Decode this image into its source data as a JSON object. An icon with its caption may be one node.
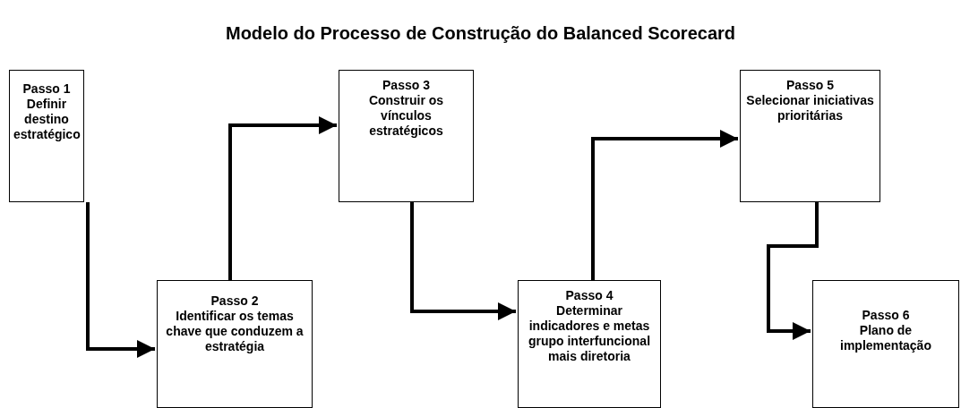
{
  "diagram": {
    "title": "Modelo do Processo de Construção do Balanced Scorecard",
    "nodes": [
      {
        "text": [
          "Passo 1",
          "Definir destino estratégico"
        ]
      },
      {
        "text": [
          "Passo 2",
          "Identificar os temas chave que conduzem a estratégia"
        ]
      },
      {
        "text": [
          "Passo 3",
          "Construir os vínculos estratégicos"
        ]
      },
      {
        "text": [
          "Passo 4",
          "Determinar indicadores e metas grupo interfuncional mais diretoria"
        ]
      },
      {
        "text": [
          "Passo 5",
          "Selecionar iniciativas prioritárias"
        ]
      },
      {
        "text": [
          "Passo 6",
          "Plano de implementação"
        ]
      }
    ],
    "edges": [
      {
        "from": 0,
        "to": 1,
        "arrow": "to"
      },
      {
        "from": 1,
        "to": 2,
        "arrow": "to"
      },
      {
        "from": 2,
        "to": 3,
        "arrow": "to"
      },
      {
        "from": 3,
        "to": 4,
        "arrow": "to"
      },
      {
        "from": 4,
        "to": 5,
        "arrow": "to"
      }
    ]
  }
}
